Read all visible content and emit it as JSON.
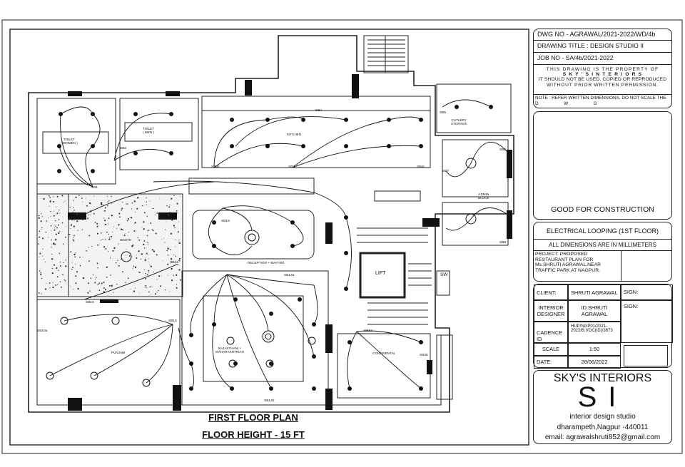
{
  "title_block": {
    "dwg_no": "DWG NO - AGRAWAL/2021-2022/WD/4b",
    "drawing_title": "DRAWING TITLE : DESIGN STUDIO II",
    "job_no": "JOB NO - SA/4b/2021-2022",
    "property_line1": "THIS DRAWING IS THE PROPERTY OF",
    "property_line2": "S K Y ' S   I N T E R I O R S",
    "property_line3": "IT SHOULD NOT BE USED, COPIED OR REPRODUCED",
    "property_line4": "WITHOUT PRIOR WRITTEN PERMISSION.",
    "note": "NOTE : REFER WRITTEN DIMENSIONS, DO NOT SCALE THE",
    "note_cont": "D                    W                    G",
    "stamp": "GOOD FOR CONSTRUCTION",
    "sheet_title": "ELECTRICAL LOOPING (1ST FLOOR)",
    "dimensions_note": "ALL DIMENSIONS ARE IN MILLIMETERS",
    "project": "PROJECT: PROPOSED RESTAURANT PLAN FOR Ms.SHRUTI AGRAWAL,NEAR TRAFFIC PARK AT NAGPUR.",
    "client_label": "CLIENT:",
    "client_value": "SHRUTI AGRAWAL",
    "sign_label": "SIGN:",
    "designer_label": "INTERIOR DESIGNER",
    "designer_value": "ID.SHRUTI AGRAWAL",
    "cadence_label": "CADENCE ID",
    "cadence_value": "HUP/NGP01/2021-2022/B.VOC(ID)/3673",
    "scale_label": "SCALE",
    "scale_value": "1:50",
    "date_label": "DATE:",
    "date_value": "28/06/2022"
  },
  "studio": {
    "name": "SKY'S INTERIORS",
    "monogram": "SI",
    "tagline": "interior design studio",
    "address": "dharampeth,Nagpur -440011",
    "email": "email: agrawalshruti852@gmail.com"
  },
  "plan": {
    "title": "FIRST FLOOR PLAN",
    "floor_height": "FLOOR HEIGHT - 15 FT",
    "lift": "LIFT",
    "sw": "SW"
  },
  "rooms": {
    "toilet_women": "TOILET\n( WOMEN )",
    "toilet_men": "TOILET\n( MEN )",
    "kitchen": "KITCHEN",
    "cutlery": "CUTLERY\nSTORAGE",
    "admin": "ADMIN\nBLOCK",
    "reception": "RECEPTION + WAITING",
    "rajasthani": "RAJASTHANI +\nMAHARASHTRIAN",
    "punjabi": "PUNJABI",
    "continental": "CONTINENTAL",
    "south": "SOUTH"
  },
  "switchboards": {
    "sb1": "SB1",
    "sb2": "SB2",
    "sb3": "SB3",
    "sb4": "SB4",
    "sb4b": "SB4b",
    "sb4c": "SB4c",
    "sb5": "SB5",
    "sb6": "SB6",
    "sb7": "SB7",
    "sb8": "SB8",
    "sb10": "SB10",
    "sb12": "SB12",
    "sb13": "SB13",
    "sb14a": "SB14a",
    "sb14b": "SB14b",
    "sb15": "SB15",
    "sb16": "SB16",
    "sb16a": "SB16a",
    "sb19": "SB19",
    "sb3b": "SB3b"
  }
}
